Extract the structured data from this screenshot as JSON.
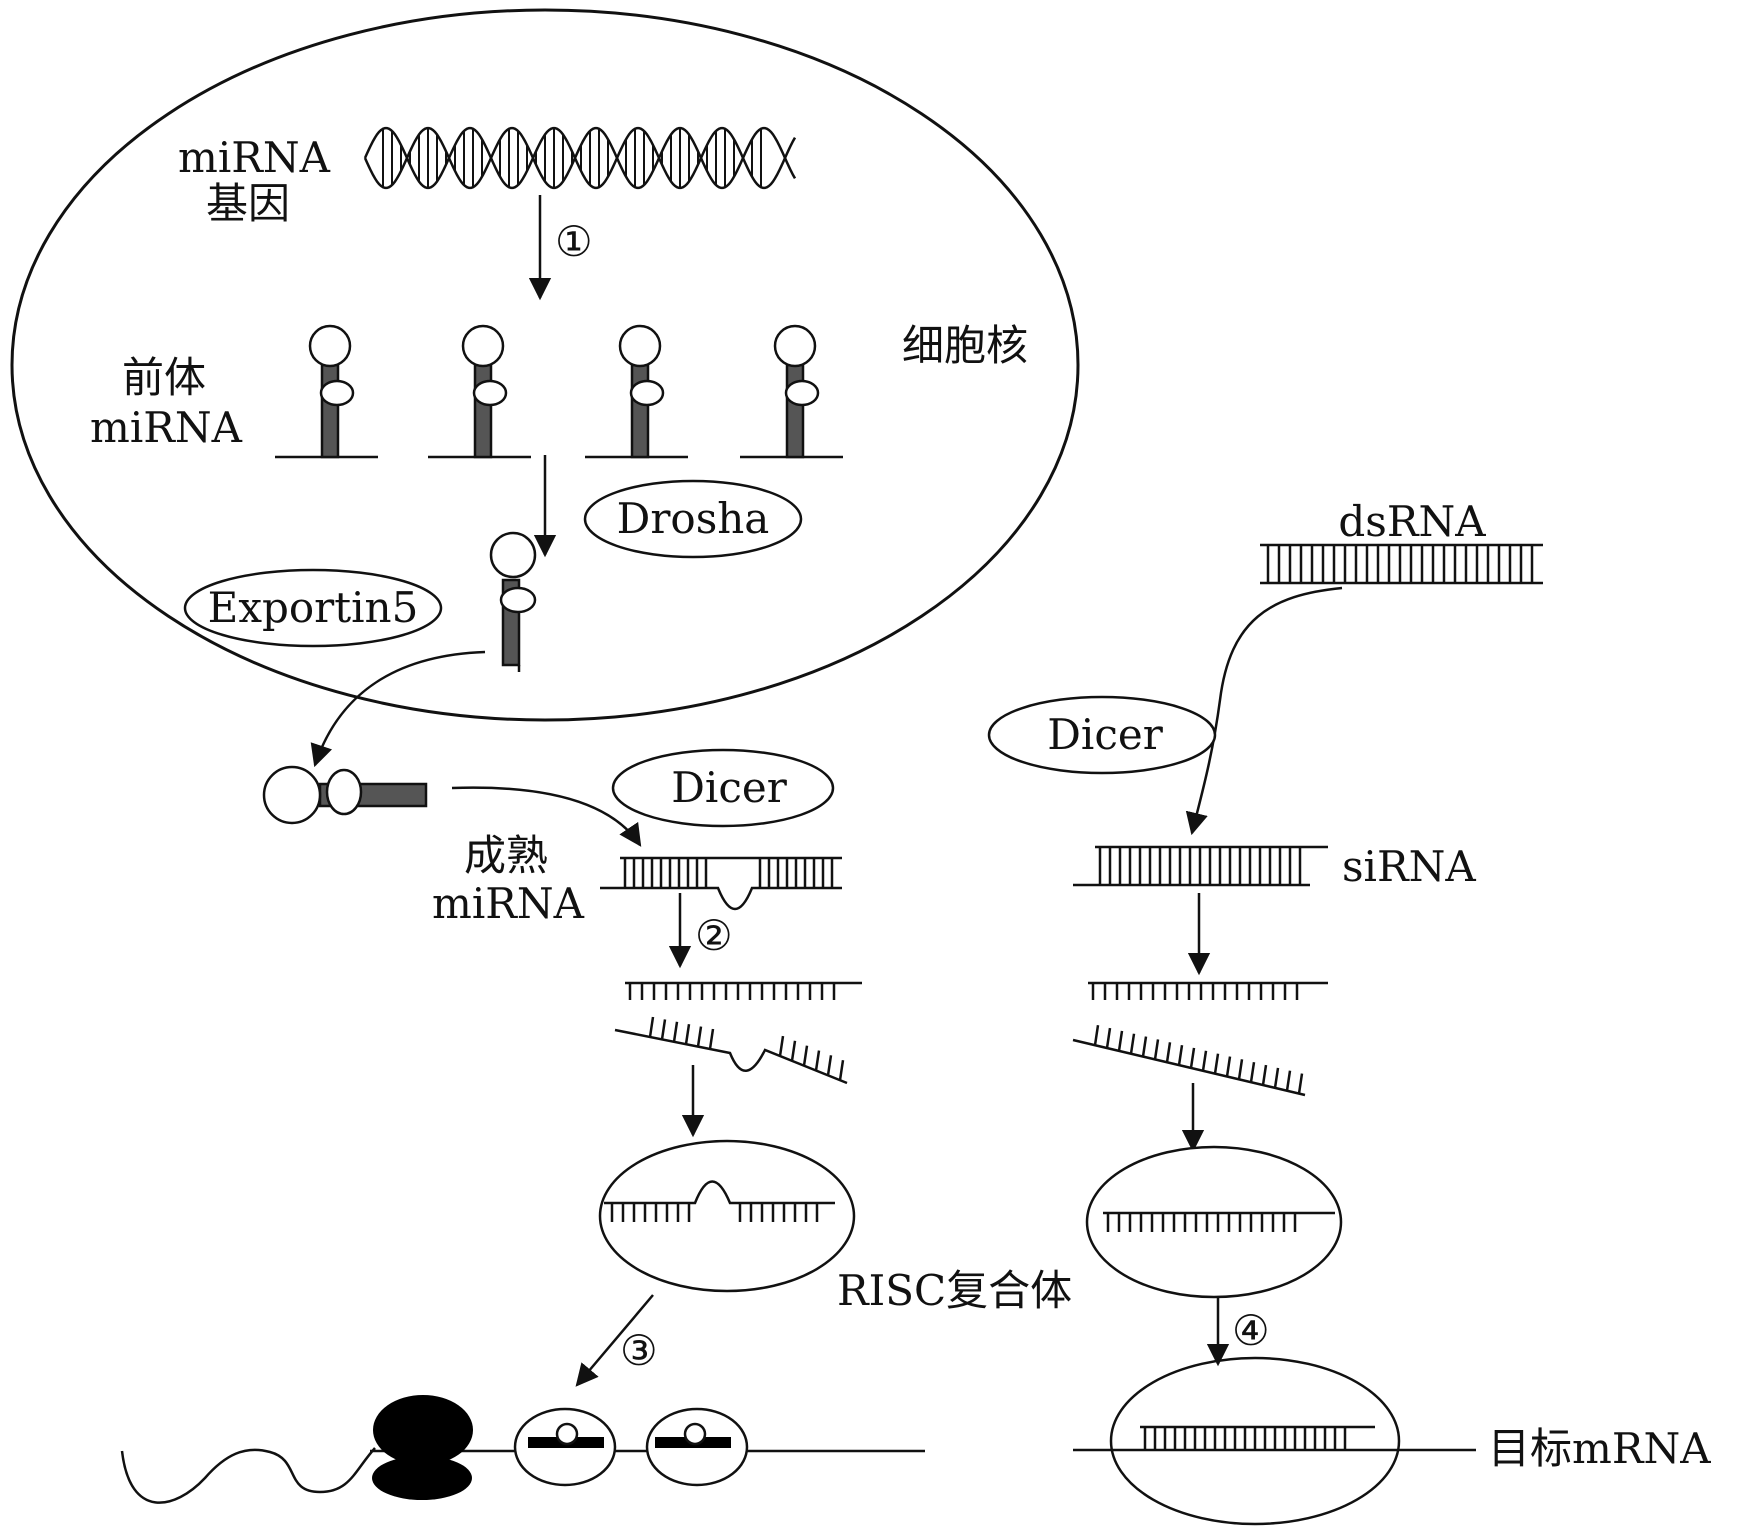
{
  "labels": {
    "mirna_gene_line1": "miRNA",
    "mirna_gene_line2": "基因",
    "nucleus": "细胞核",
    "pre_mirna_line1": "前体",
    "pre_mirna_line2": "miRNA",
    "drosha": "Drosha",
    "exportin": "Exportin5",
    "dicer_left": "Dicer",
    "mature_line1": "成熟",
    "mature_line2": "miRNA",
    "risc": "RISC复合体",
    "dsrna": "dsRNA",
    "dicer_right": "Dicer",
    "sirna": "siRNA",
    "target_mrna": "目标mRNA"
  },
  "steps": {
    "step1": "①",
    "step2": "②",
    "step3": "③",
    "step4": "④"
  },
  "colors": {
    "line": "#111111",
    "stem": "#555555",
    "ribosome": "#000000"
  }
}
